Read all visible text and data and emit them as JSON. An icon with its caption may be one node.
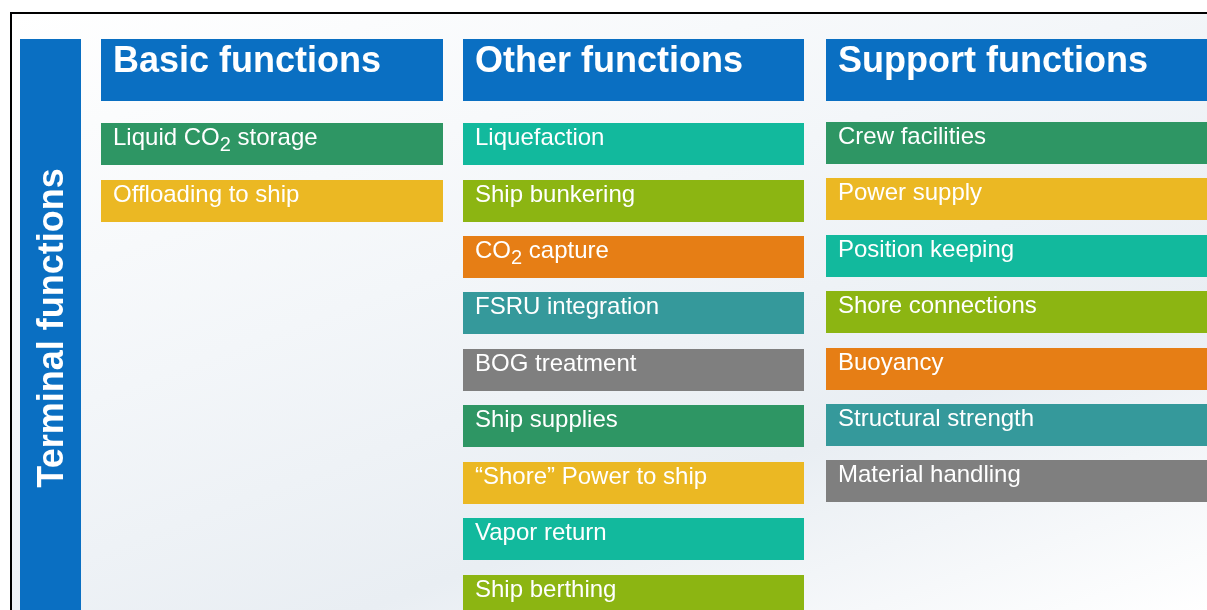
{
  "diagram": {
    "nodes": [
      {
        "text": [
          "Terminal functions"
        ]
      },
      {
        "text": [
          "Basic functions"
        ]
      },
      {
        "text": [
          "Liquid CO$_{2}$ storage"
        ]
      },
      {
        "text": [
          "Offloading to ship"
        ]
      },
      {
        "text": [
          "Other functions"
        ]
      },
      {
        "text": [
          "Liquefaction"
        ]
      },
      {
        "text": [
          "Ship bunkering"
        ]
      },
      {
        "text": [
          "CO$_{2}$ capture"
        ]
      },
      {
        "text": [
          "FSRU integration"
        ]
      },
      {
        "text": [
          "BOG treatment"
        ]
      },
      {
        "text": [
          "Ship supplies"
        ]
      },
      {
        "text": [
          "“Shore” Power to ship"
        ]
      },
      {
        "text": [
          "Vapor return"
        ]
      },
      {
        "text": [
          "Ship berthing"
        ]
      },
      {
        "text": [
          "Support functions"
        ]
      },
      {
        "text": [
          "Crew facilities"
        ]
      },
      {
        "text": [
          "Power supply"
        ]
      },
      {
        "text": [
          "Position keeping"
        ]
      },
      {
        "text": [
          "Shore connections"
        ]
      },
      {
        "text": [
          "Buoyancy"
        ]
      },
      {
        "text": [
          "Structural strength"
        ]
      },
      {
        "text": [
          "Material handling"
        ]
      }
    ]
  }
}
